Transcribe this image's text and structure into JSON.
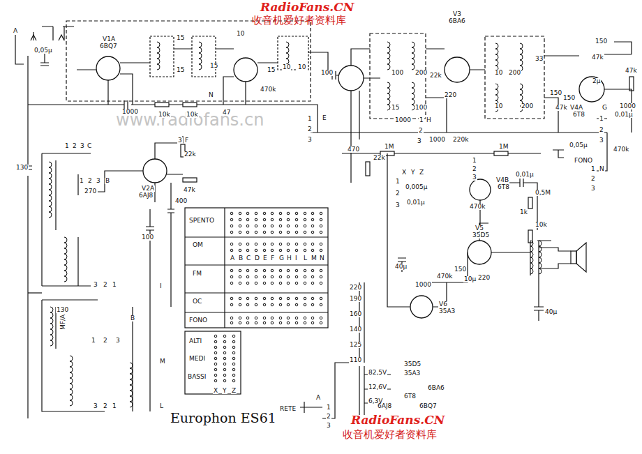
{
  "diagram": {
    "caption": "Europhon ES61",
    "labels": [
      "RadioFans.CN",
      "收音机爱好者资料库",
      "www.radiofans.cn",
      "A",
      "0,05μ",
      "V1A",
      "6BQ7",
      "15",
      "15",
      "15",
      "10",
      "N",
      "47",
      "470k",
      "15",
      "10",
      "10",
      "1000",
      "10k",
      "10k",
      "100",
      "E",
      "1",
      "2",
      "3",
      "3",
      "F",
      "22k",
      "V2A",
      "6AJ8",
      "47k",
      "400",
      "100",
      "130",
      "1",
      "2",
      "3",
      "C",
      "270",
      "1",
      "2",
      "3",
      "B",
      "SPENTO",
      "OM",
      "FM",
      "OC",
      "FONO",
      "A",
      "B",
      "C",
      "D",
      "E",
      "F",
      "G",
      "H",
      "I",
      "L",
      "M",
      "N",
      "ALTI",
      "MEDI",
      "BASSI",
      "X",
      "Y",
      "Z",
      "V3",
      "6BA6",
      "100",
      "200",
      "15",
      "100",
      "22k",
      "220",
      "470",
      "22k",
      "1000",
      "1",
      "H",
      "2",
      "3",
      "1000",
      "220k",
      "1M",
      "1M",
      "10",
      "200",
      "33",
      "10",
      "200",
      "150",
      "47k",
      "2μ",
      "47k",
      "V4A",
      "6T8",
      "150",
      "150",
      "47k",
      "1000",
      "G",
      "0,01μ",
      "1",
      "2",
      "3",
      "470k",
      "0,05μ",
      "FONO",
      "1",
      "N",
      "2",
      "3",
      "X",
      "Y",
      "Z",
      "1",
      "2",
      "3",
      "0,005μ",
      "0,01μ",
      "V4B",
      "6T8",
      "0,01μ",
      "0,5M",
      "470k",
      "1k",
      "10k",
      "1",
      "2",
      "3",
      "V5",
      "35D5",
      "40μ",
      "470k",
      "150",
      "10μ",
      "220",
      "1000",
      "40μ",
      "220",
      "190",
      "160",
      "140",
      "125",
      "110",
      "82,5V",
      "12,6V",
      "6,3V",
      "35D5",
      "35A3",
      "6BA6",
      "6T8",
      "6BQ7",
      "6AJ8",
      "V6",
      "35A3",
      "RETE",
      "A",
      "1",
      "2",
      "3",
      "3",
      "2",
      "1",
      "I",
      "130",
      "B",
      "1",
      "2",
      "3",
      "M",
      "3",
      "2",
      "1",
      "L",
      "MF/A",
      "RadioFans.CN",
      "收音机爱好者资料库"
    ]
  }
}
